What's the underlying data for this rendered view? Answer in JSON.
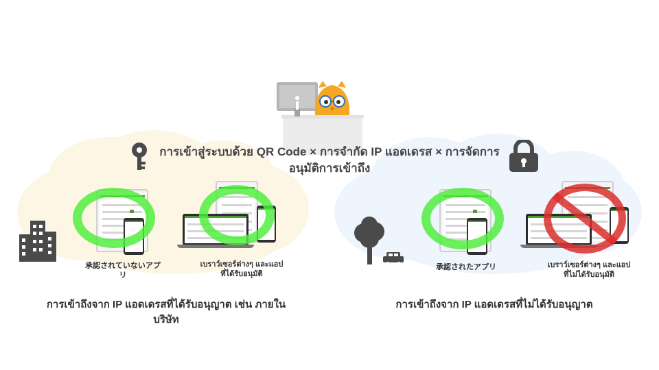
{
  "title": "การเข้าสู่ระบบด้วย QR Code × การจำกัด IP แอดเดรส × การจัดการอนุมัติการเข้าถึง",
  "left": {
    "app_label": "承認されていないアプリ",
    "browser_label": "เบราว์เซอร์ต่างๆ และแอปที่ได้รับอนุมัติ",
    "caption": "การเข้าถึงจาก IP แอดเดรสที่ได้รับอนุญาต เช่น ภายในบริษัท"
  },
  "right": {
    "app_label": "承認されたアプリ",
    "browser_label": "เบราว์เซอร์ต่างๆ และแอปที่ไม่ได้รับอนุมัติ",
    "caption": "การเข้าถึงจาก IP แอดเดรสที่ไม่ได้รับอนุญาต"
  },
  "icons": {
    "key": "key-icon",
    "lock": "lock-icon",
    "building": "office-building-icon",
    "tree": "tree-icon",
    "car": "car-icon",
    "computer": "desktop-computer-icon",
    "owl": "owl-mascot-icon",
    "allowed": "green-circle-icon",
    "prohibited": "prohibited-sign-icon"
  },
  "colors": {
    "allowed": "#4cee39",
    "blocked": "#db2e2e",
    "left_zone": "#fdf6e5",
    "right_zone": "#eef5fd"
  }
}
